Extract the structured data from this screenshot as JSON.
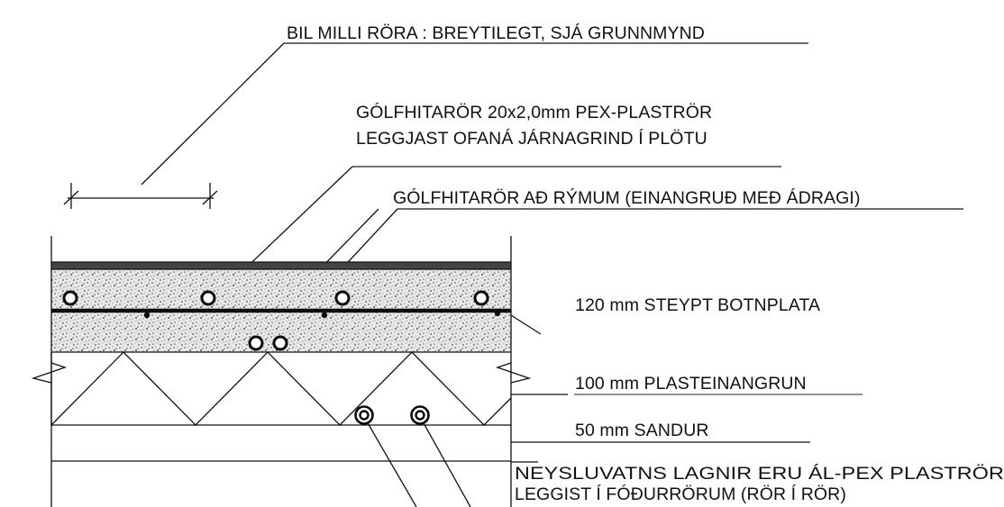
{
  "labels": {
    "pipe_spacing": "BIL MILLI RÖRA : BREYTILEGT, SJÁ GRUNNMYND",
    "floor_pipe_line1": "GÓLFHITARÖR 20x2,0mm PEX-PLASTRÖR",
    "floor_pipe_line2": "LEGGJAST OFANÁ JÁRNAGRIND Í PLÖTU",
    "room_pipes": "GÓLFHITARÖR AÐ RÝMUM (EINANGRUÐ MEÐ ÁDRAGI)",
    "slab": "120 mm STEYPT BOTNPLATA",
    "insulation": "100 mm PLASTEINANGRUN",
    "sand": "50 mm SANDUR",
    "water_line1": "NEYSLUVATNS LAGNIR ERU ÁL-PEX PLASTRÖR",
    "water_line2": "LEGGIST Í FÓÐURRÖRUM (RÖR Í RÖR)"
  },
  "colors": {
    "ink": "#111111",
    "concrete_speckle": "#6a6a6a",
    "background": "#ffffff"
  }
}
